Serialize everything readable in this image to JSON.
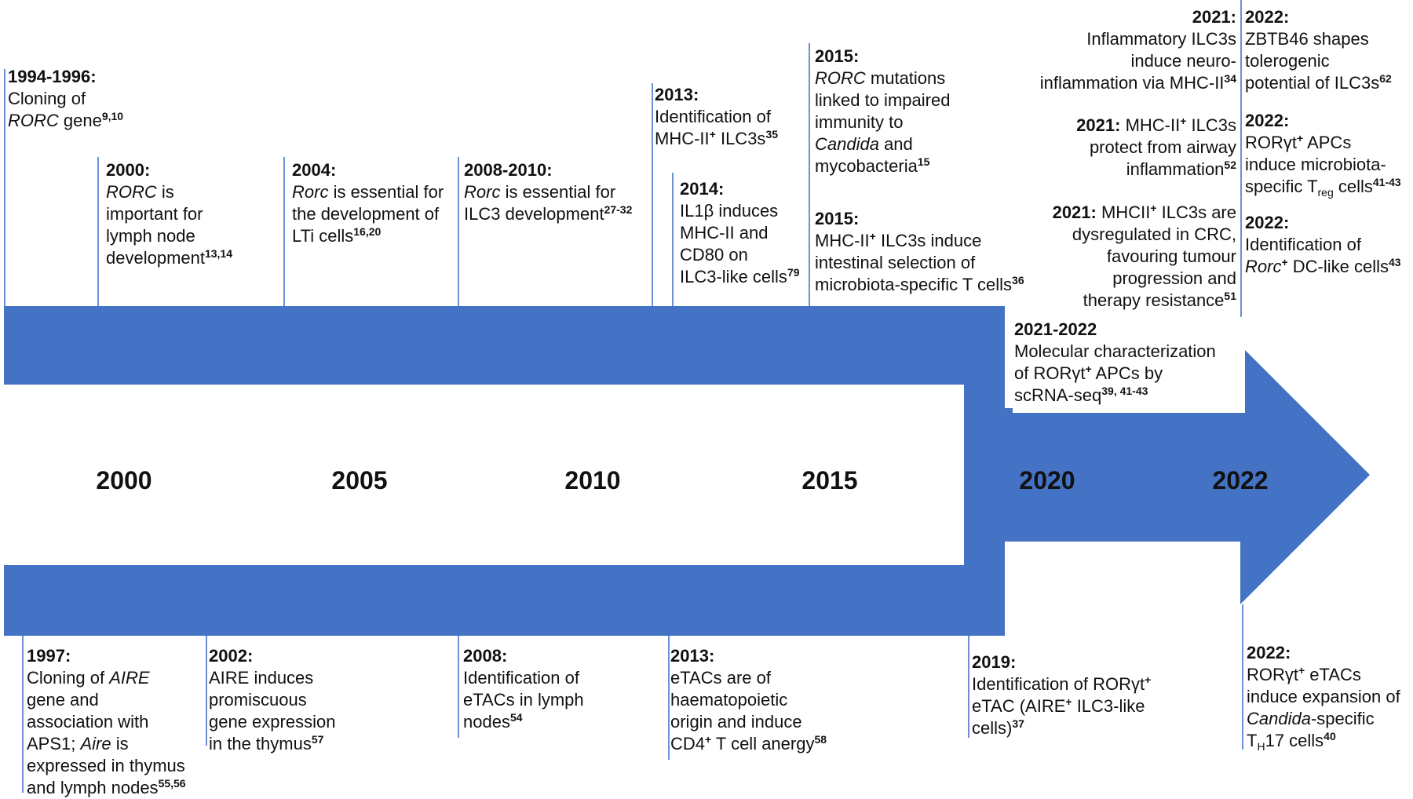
{
  "colors": {
    "arrow": "#4472C4",
    "connector": "#6d8fd8"
  },
  "axis_years": [
    "2000",
    "2005",
    "2010",
    "2015",
    "2020",
    "2022"
  ],
  "top_events": [
    {
      "id": "e1994",
      "year": "1994-1996:",
      "html": "Cloning of<br><i>RORC</i> gene<sup>9,10</sup>"
    },
    {
      "id": "e2000",
      "year": "2000:",
      "html": "<i>RORC</i> is<br>important for<br>lymph node<br>development<sup>13,14</sup>"
    },
    {
      "id": "e2004",
      "year": "2004:",
      "html": "<i>Rorc</i> is essential for<br>the development of<br>LTi cells<sup>16,20</sup>"
    },
    {
      "id": "e2008",
      "year": "2008-2010:",
      "html": "<i>Rorc</i> is essential for<br>ILC3 development<sup>27-32</sup>"
    },
    {
      "id": "e2013t",
      "year": "2013:",
      "html": "Identification of<br>MHC-II<sup>+</sup> ILC3s<sup>35</sup>"
    },
    {
      "id": "e2014",
      "year": "2014:",
      "html": "IL1β induces<br>MHC-II and<br>CD80 on<br>ILC3-like cells<sup>79</sup>"
    },
    {
      "id": "e2015a",
      "year": "2015:",
      "html": "<i>RORC</i> mutations<br>linked to impaired<br>immunity to<br><i>Candida</i> and<br>mycobacteria<sup>15</sup>"
    },
    {
      "id": "e2015b",
      "year": "2015:",
      "html": "MHC-II<sup>+</sup> ILC3s induce<br>intestinal selection of<br>microbiota-specific T cells<sup>36</sup>"
    },
    {
      "id": "e2021a",
      "year": "2021:",
      "html": "Inflammatory ILC3s<br>induce neuro-<br>inflammation via MHC-II<sup>34</sup>"
    },
    {
      "id": "e2021b",
      "year": "2021:",
      "html": "MHC-II<sup>+</sup> ILC3s<br>protect from airway<br>inflammation<sup>52</sup>"
    },
    {
      "id": "e2021c",
      "year": "2021:",
      "html": "MHCII<sup>+</sup> ILC3s are<br>dysregulated in CRC,<br>favouring tumour<br>progression and<br>therapy resistance<sup>51</sup>"
    },
    {
      "id": "e2021_22",
      "year": "2021-2022",
      "html": "Molecular characterization<br>of RORγt<sup>+</sup> APCs by<br>scRNA-seq<sup>39, 41-43</sup>"
    },
    {
      "id": "e2022a",
      "year": "2022:",
      "html": "ZBTB46 shapes<br>tolerogenic<br>potential of ILC3s<sup>62</sup>"
    },
    {
      "id": "e2022b",
      "year": "2022:",
      "html": "RORγt<sup>+</sup> APCs<br>induce microbiota-<br>specific T<sub>reg</sub> cells<sup>41-43</sup>"
    },
    {
      "id": "e2022c",
      "year": "2022:",
      "html": "Identification of<br><i>Rorc</i><sup>+</sup> DC-like cells<sup>43</sup>"
    }
  ],
  "bottom_events": [
    {
      "id": "e1997",
      "year": "1997:",
      "html": "Cloning of <i>AIRE</i><br>gene and<br>association with<br>APS1; <i>Aire</i> is<br>expressed in thymus<br>and lymph nodes<sup>55,56</sup>"
    },
    {
      "id": "e2002",
      "year": "2002:",
      "html": "AIRE induces<br>promiscuous<br>gene expression<br>in the thymus<sup>57</sup>"
    },
    {
      "id": "e2008b",
      "year": "2008:",
      "html": "Identification of<br>eTACs in lymph<br>nodes<sup>54</sup>"
    },
    {
      "id": "e2013b",
      "year": "2013:",
      "html": "eTACs are of<br>haematopoietic<br>origin and induce<br>CD4<sup>+</sup> T cell anergy<sup>58</sup>"
    },
    {
      "id": "e2019",
      "year": "2019:",
      "html": "Identification of RORγt<sup>+</sup><br>eTAC (AIRE<sup>+</sup> ILC3-like<br>cells)<sup>37</sup>"
    },
    {
      "id": "e2022d",
      "year": "2022:",
      "html": "RORγt<sup>+</sup> eTACs<br>induce expansion of<br><i>Candida</i>-specific<br>T<sub>H</sub>17 cells<sup>40</sup>"
    }
  ]
}
